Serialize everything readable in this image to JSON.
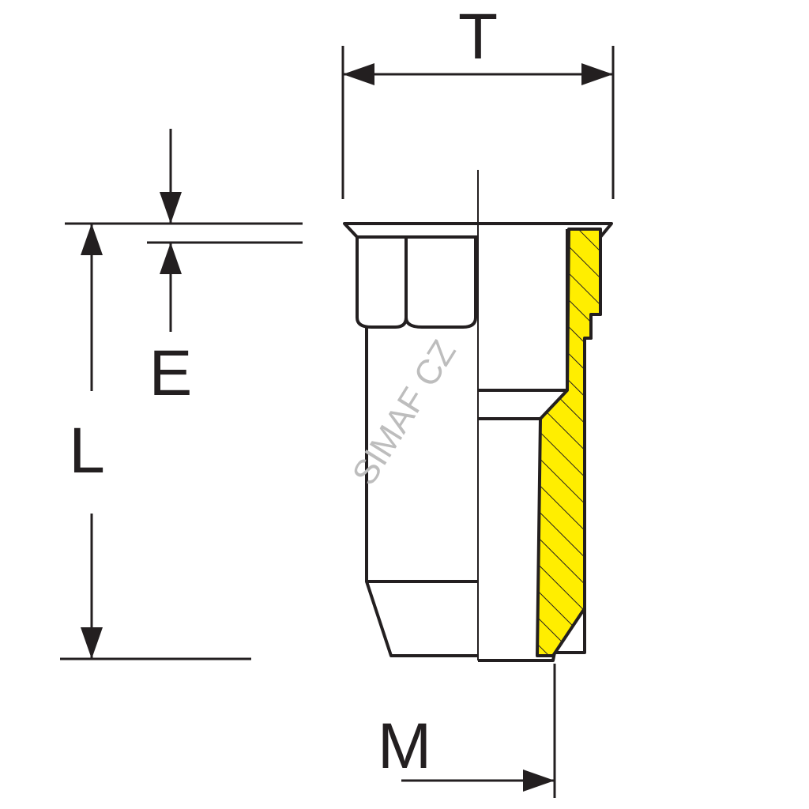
{
  "labels": {
    "top_width": "T",
    "flange_thickness": "E",
    "length": "L",
    "thread": "M"
  },
  "watermark": "SIMAF CZ",
  "colors": {
    "line": "#231f20",
    "section_fill": "#ffee00",
    "watermark": "#bdbdbd",
    "background": "#ffffff"
  }
}
